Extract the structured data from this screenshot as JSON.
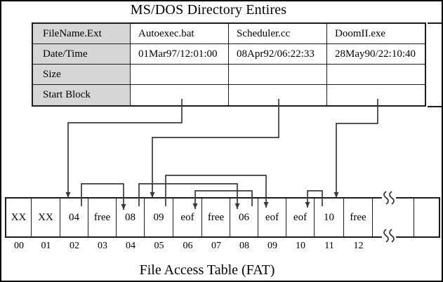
{
  "title": "MS/DOS Directory Entires",
  "caption": "File Access Table (FAT)",
  "colors": {
    "bg": "#ffffff",
    "ink": "#000000",
    "line": "#3a3a3a",
    "table_border": "#1c1c1c",
    "label_bg": "#d6d6d6"
  },
  "directory_table": {
    "rows": [
      {
        "label": "FileName.Ext",
        "values": [
          "Autoexec.bat",
          "Scheduler.cc",
          "DoomII.exe"
        ]
      },
      {
        "label": "Date/Time",
        "values": [
          "01Mar97/12:01:00",
          "08Apr92/06:22:33",
          "28May90/22:10:40"
        ]
      },
      {
        "label": "Size",
        "values": [
          "",
          "",
          ""
        ]
      },
      {
        "label": "Start Block",
        "values": [
          "",
          "",
          ""
        ]
      }
    ]
  },
  "fat": {
    "cells": [
      {
        "index": "00",
        "value": "XX"
      },
      {
        "index": "01",
        "value": "XX"
      },
      {
        "index": "02",
        "value": "04"
      },
      {
        "index": "03",
        "value": "free"
      },
      {
        "index": "04",
        "value": "08"
      },
      {
        "index": "05",
        "value": "09"
      },
      {
        "index": "06",
        "value": "eof"
      },
      {
        "index": "07",
        "value": "free"
      },
      {
        "index": "08",
        "value": "06"
      },
      {
        "index": "09",
        "value": "eof"
      },
      {
        "index": "10",
        "value": "eof"
      },
      {
        "index": "11",
        "value": "10"
      },
      {
        "index": "12",
        "value": "free"
      }
    ]
  },
  "links": [
    {
      "from": "dir-autoexec",
      "to": "fat-02"
    },
    {
      "from": "dir-scheduler",
      "to": "fat-05"
    },
    {
      "from": "dir-doomii",
      "to": "fat-11"
    },
    {
      "from": "fat-02",
      "to": "fat-04"
    },
    {
      "from": "fat-04",
      "to": "fat-08"
    },
    {
      "from": "fat-05",
      "to": "fat-09"
    },
    {
      "from": "fat-08",
      "to": "fat-06"
    },
    {
      "from": "fat-11",
      "to": "fat-10"
    }
  ]
}
